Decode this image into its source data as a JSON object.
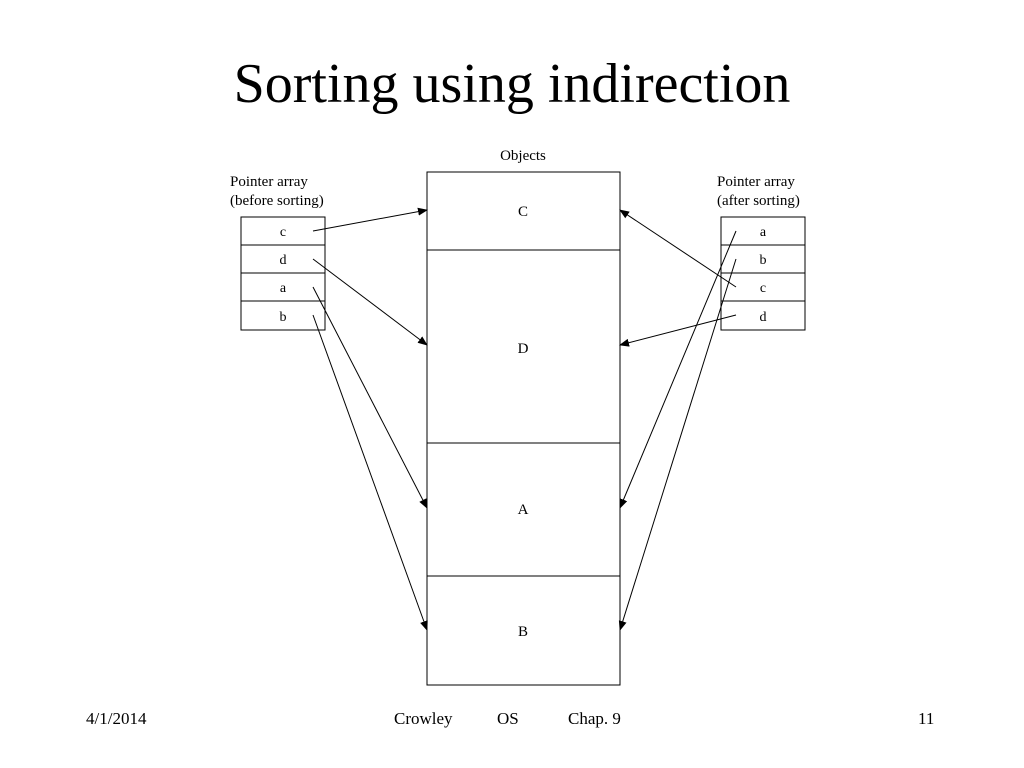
{
  "slide": {
    "title": "Sorting using indirection"
  },
  "diagram": {
    "objects_title": "Objects",
    "objects": [
      "C",
      "D",
      "A",
      "B"
    ],
    "before": {
      "title_line1": "Pointer array",
      "title_line2": "(before sorting)",
      "cells": [
        "c",
        "d",
        "a",
        "b"
      ]
    },
    "after": {
      "title_line1": "Pointer array",
      "title_line2": "(after sorting)",
      "cells": [
        "a",
        "b",
        "c",
        "d"
      ]
    },
    "links": [
      {
        "from": "before",
        "cell": 0,
        "to": 0
      },
      {
        "from": "before",
        "cell": 1,
        "to": 1
      },
      {
        "from": "before",
        "cell": 2,
        "to": 2
      },
      {
        "from": "before",
        "cell": 3,
        "to": 3
      },
      {
        "from": "after",
        "cell": 0,
        "to": 2
      },
      {
        "from": "after",
        "cell": 1,
        "to": 3
      },
      {
        "from": "after",
        "cell": 2,
        "to": 0
      },
      {
        "from": "after",
        "cell": 3,
        "to": 1
      }
    ]
  },
  "footer": {
    "date": "4/1/2014",
    "author": "Crowley",
    "course": "OS",
    "chapter": "Chap. 9",
    "page": "11"
  }
}
